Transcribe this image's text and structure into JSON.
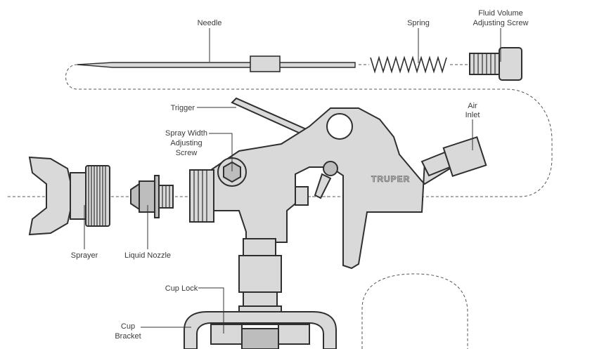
{
  "labels": {
    "needle": "Needle",
    "spring": "Spring",
    "fluid_screw_line1": "Fluid Volume",
    "fluid_screw_line2": "Adjusting Screw",
    "trigger": "Trigger",
    "air_inlet_line1": "Air",
    "air_inlet_line2": "Inlet",
    "spray_width_line1": "Spray Width",
    "spray_width_line2": "Adjusting",
    "spray_width_line3": "Screw",
    "sprayer": "Sprayer",
    "liquid_nozzle": "Liquid Nozzle",
    "cup_lock": "Cup Lock",
    "cup_bracket_line1": "Cup",
    "cup_bracket_line2": "Bracket",
    "brand": "TRUPER"
  }
}
